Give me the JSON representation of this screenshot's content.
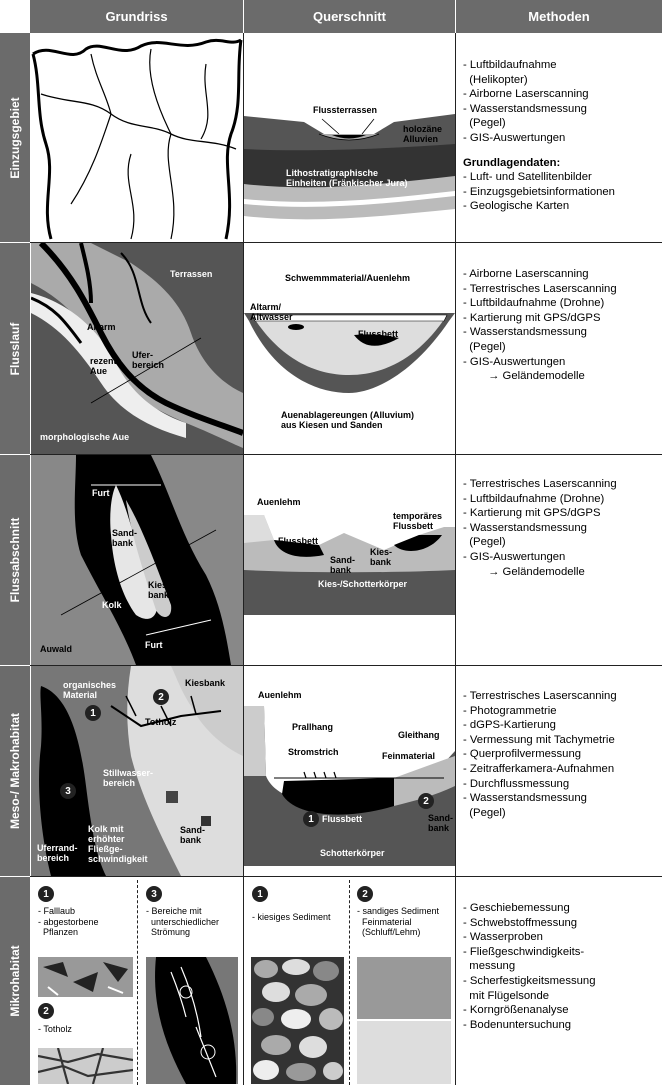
{
  "headers": {
    "plan": "Grundriss",
    "section": "Querschnitt",
    "methods": "Methoden"
  },
  "rows": [
    {
      "label": "Einzugsgebiet"
    },
    {
      "label": "Flusslauf"
    },
    {
      "label": "Flussabschnitt"
    },
    {
      "label": "Meso-/ Makrohabitat"
    },
    {
      "label": "Mikrohabitat"
    }
  ],
  "methods": {
    "einzugsgebiet": [
      "- Luftbildaufnahme",
      "  (Helikopter)",
      "- Airborne Laserscanning",
      "- Wasserstandsmessung",
      "  (Pegel)",
      "- GIS-Auswertungen"
    ],
    "grundlagen_title": "Grundlagendaten:",
    "grundlagen": [
      "- Luft- und Satellitenbilder",
      "- Einzugsgebietsinformationen",
      "- Geologische Karten"
    ],
    "flusslauf": [
      "- Airborne Laserscanning",
      "- Terrestrisches Laserscanning",
      "- Luftbildaufnahme (Drohne)",
      "- Kartierung mit GPS/dGPS",
      "- Wasserstandsmessung",
      "  (Pegel)",
      "- GIS-Auswertungen",
      "        → Geländemodelle"
    ],
    "flussabschnitt": [
      "- Terrestrisches Laserscanning",
      "- Luftbildaufnahme (Drohne)",
      "- Kartierung mit GPS/dGPS",
      "- Wasserstandsmessung",
      "  (Pegel)",
      "- GIS-Auswertungen",
      "        → Geländemodelle"
    ],
    "meso": [
      "- Terrestrisches Laserscanning",
      "- Photogrammetrie",
      "- dGPS-Kartierung",
      "- Vermessung mit Tachymetrie",
      "- Querprofilvermessung",
      "- Zeitrafferkamera-Aufnahmen",
      "- Durchflussmessung",
      "- Wasserstandsmessung",
      "  (Pegel)"
    ],
    "mikro": [
      "- Geschiebemessung",
      "- Schwebstoffmessung",
      "- Wasserproben",
      "- Fließgeschwindigkeits-",
      "  messung",
      "- Scherfestigkeitsmessung",
      "  mit Flügelsonde",
      "- Korngrößenanalyse",
      "- Bodenuntersuchung"
    ]
  },
  "labels": {
    "flussterrassen": "Flussterrassen",
    "holozaene": "holozäne\nAlluvien",
    "litho": "Lithostratigraphische\nEinheiten (Fränkischer Jura)",
    "terrassen": "Terrassen",
    "altarm": "Altarm",
    "rezente": "rezente\nAue",
    "uferbereich": "Ufer-\nbereich",
    "morph": "morphologische Aue",
    "schwemm": "Schwemmmaterial/Auenlehm",
    "altarm2": "Altarm/\nAltwasser",
    "flussbett": "Flussbett",
    "auenablag": "Auenablagereungen (Alluvium)\naus Kiesen und Sanden",
    "furt": "Furt",
    "sandbank": "Sand-\nbank",
    "kiesbank": "Kies-\nbank",
    "kolk": "Kolk",
    "auwald": "Auwald",
    "auenlehm": "Auenlehm",
    "temporaer": "temporäres\nFlussbett",
    "sandbank2": "Sand-\nbank",
    "kiesbank2": "Kies-\nbank",
    "kieskoerper": "Kies-/Schotterkörper",
    "organisches": "organisches\nMaterial",
    "kiesbank3": "Kiesbank",
    "totholz": "Totholz",
    "stillwasser": "Stillwasser-\nbereich",
    "sandbank3": "Sand-\nbank",
    "uferrand": "Uferrand-\nbereich",
    "kolkmit": "Kolk mit\nerhöhter\nFließge-\nschwindigkeit",
    "prallhang": "Prallhang",
    "gleithang": "Gleithang",
    "stromstrich": "Stromstrich",
    "feinmaterial": "Feinmaterial",
    "flussbett3": "Flussbett",
    "sandbank4": "Sand-\nbank",
    "schotter": "Schotterkörper",
    "n1": "1",
    "n2": "2",
    "n3": "3"
  },
  "mikro": {
    "m1_text": "- Falllaub\n- abgestorbene\n  Pflanzen",
    "m2_text": "- Totholz",
    "m3_text": "- Bereiche mit\n  unterschiedlicher\n  Strömung",
    "q1_text": "- kiesiges Sediment",
    "q2_text": "- sandiges Sediment\n  Feinmaterial\n  (Schluff/Lehm)"
  }
}
